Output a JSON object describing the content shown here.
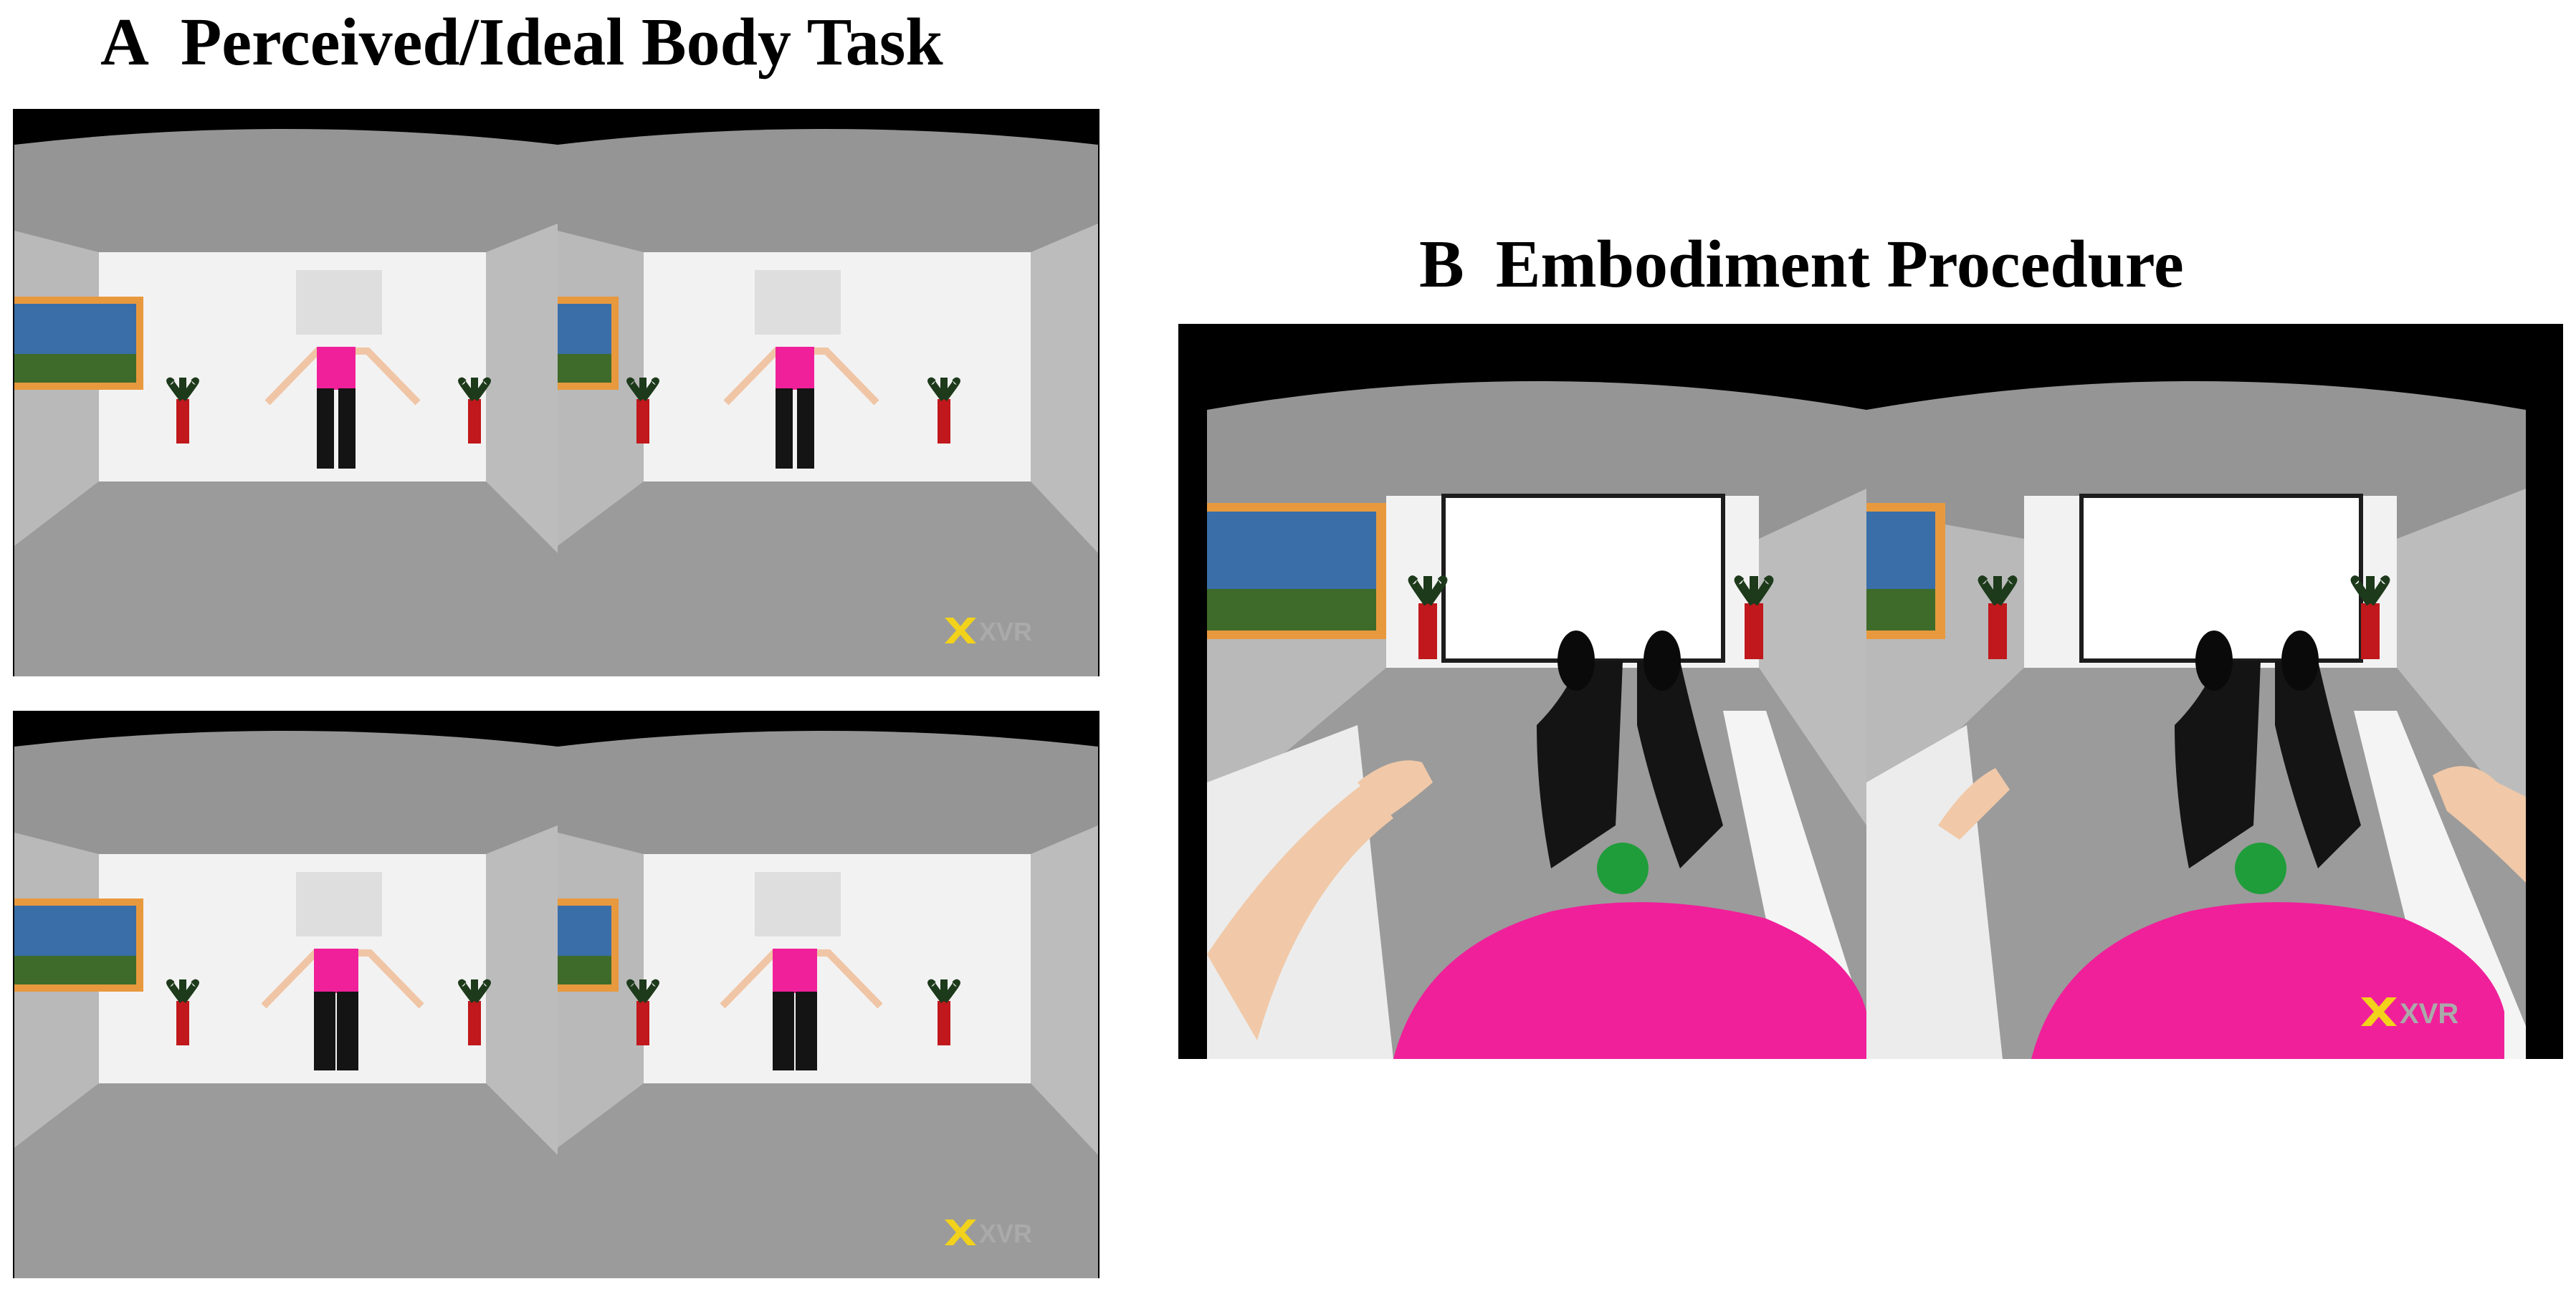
{
  "panels": [
    {
      "id": "A",
      "letter": "A",
      "title": "Perceived/Ideal Body Task"
    },
    {
      "id": "B",
      "letter": "B",
      "title": "Embodiment Procedure"
    }
  ],
  "logo_text": "XVR",
  "colors": {
    "frame": "#000000",
    "lens_sky": "#959595",
    "back_wall": "#f2f2f2",
    "side_wall": "#b9b9b9",
    "floor": "#9b9b9b",
    "window_frame": "#e8993e",
    "shirt": "#f0209a",
    "legs": "#141414",
    "plant_pot": "#c0181c",
    "ball": "#1f9d3a",
    "skin": "#f1c9a8",
    "logo_yellow": "#f2d21a"
  }
}
